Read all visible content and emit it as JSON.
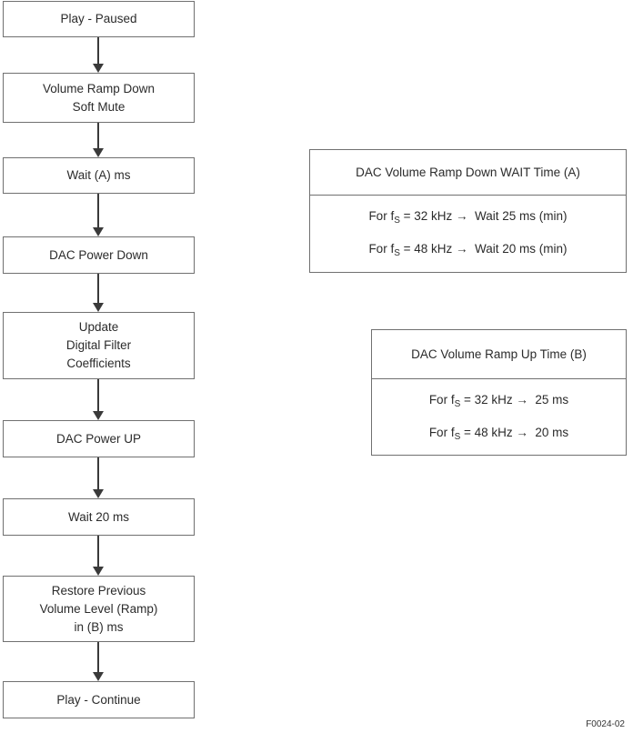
{
  "figure_label": "F0024-02",
  "flow": {
    "steps": [
      {
        "label": "Play - Paused"
      },
      {
        "label": "Volume Ramp Down\nSoft Mute"
      },
      {
        "label": "Wait (A) ms"
      },
      {
        "label": "DAC Power Down"
      },
      {
        "label": "Update\nDigital Filter\nCoefficients"
      },
      {
        "label": "DAC Power UP"
      },
      {
        "label": "Wait 20 ms"
      },
      {
        "label": "Restore Previous\nVolume Level (Ramp)\nin (B) ms"
      },
      {
        "label": "Play - Continue"
      }
    ]
  },
  "info_boxes": [
    {
      "title": "DAC Volume Ramp Down WAIT Time (A)",
      "rows": [
        {
          "pre": "For f",
          "sub": "S",
          "rest": " = 32 kHz →  Wait 25 ms (min)"
        },
        {
          "pre": "For f",
          "sub": "S",
          "rest": " = 48 kHz →  Wait 20 ms (min)"
        }
      ]
    },
    {
      "title": "DAC Volume Ramp Up Time (B)",
      "rows": [
        {
          "pre": "For f",
          "sub": "S",
          "rest": " = 32 kHz →  25 ms"
        },
        {
          "pre": "For f",
          "sub": "S",
          "rest": " = 48 kHz →  20 ms"
        }
      ]
    }
  ],
  "colors": {
    "box_border": "#707070",
    "arrow": "#3a3a3a",
    "text": "#2b2b2b",
    "background": "#ffffff"
  }
}
